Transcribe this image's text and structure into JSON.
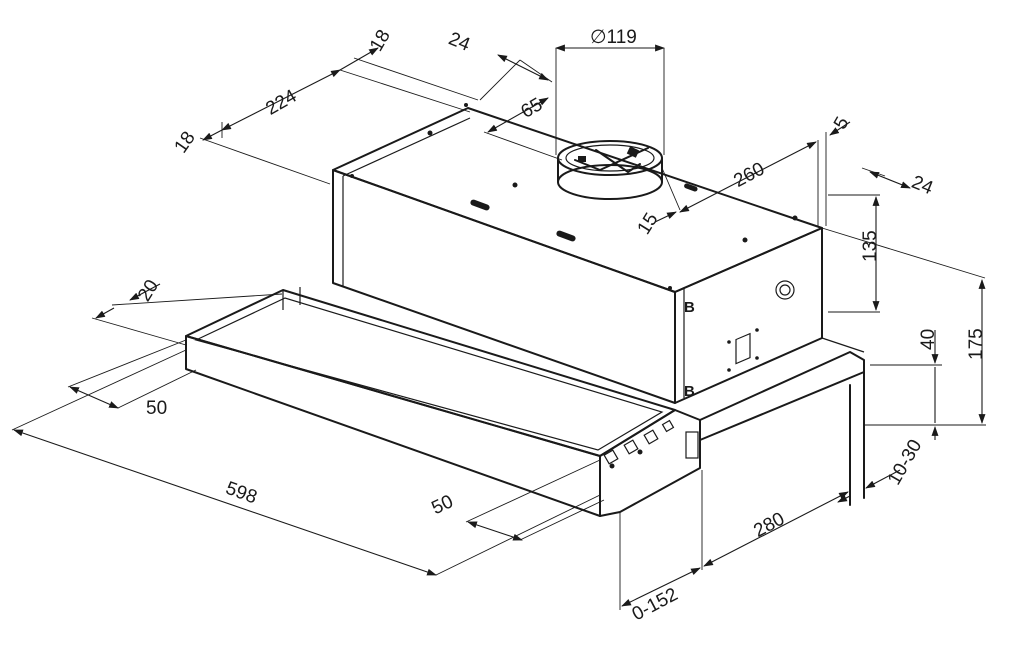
{
  "dimensions": {
    "d_diameter": "∅119",
    "d_18_top": "18",
    "d_224": "224",
    "d_18_left": "18",
    "d_24_top": "24",
    "d_65": "65",
    "d_5": "5",
    "d_260": "260",
    "d_24_right": "24",
    "d_15": "15",
    "d_135": "135",
    "d_40": "40",
    "d_175": "175",
    "d_20": "20",
    "d_50_left": "50",
    "d_598": "598",
    "d_50_front": "50",
    "d_10_30": "10-30",
    "d_280": "280",
    "d_0_152": "0-152"
  },
  "markers": {
    "b_top": "B",
    "b_bottom": "B"
  }
}
